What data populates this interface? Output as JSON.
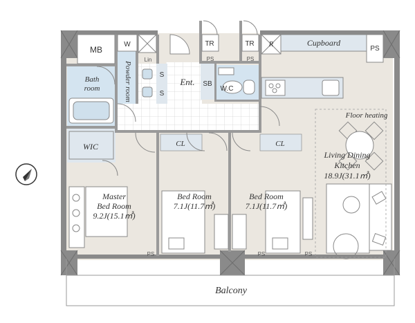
{
  "labels": {
    "mb": "MB",
    "w": "W",
    "powder_room": "Powder room",
    "lin": "Lin",
    "s1": "S",
    "s2": "S",
    "tr1": "TR",
    "tr2": "TR",
    "ps1": "PS",
    "ps2": "PS",
    "r": "R",
    "cupboard": "Cupboard",
    "ps_right": "PS",
    "bath_line1": "Bath",
    "bath_line2": "room",
    "ent": "Ent.",
    "sb": "SB",
    "wc": "W.C",
    "floor_heating": "Floor heating",
    "wic": "WIC",
    "cl1": "CL",
    "cl2": "CL",
    "living_line1": "Living Dining",
    "living_line2": "Kitchen",
    "living_size": "18.9J(31.1㎡)",
    "master_line1": "Master",
    "master_line2": "Bed Room",
    "master_size": "9.2J(15.1㎡)",
    "bed1_line1": "Bed Room",
    "bed1_size": "7.1J(11.7㎡)",
    "bed2_line1": "Bed Room",
    "bed2_size": "7.1J(11.7㎡)",
    "ps_b1": "PS",
    "ps_b2": "PS",
    "ps_b3": "PS",
    "balcony": "Balcony"
  },
  "colors": {
    "wall": "#8a8a8a",
    "floor": "#ebe7e0",
    "wet": "#d4e4f0",
    "closet": "#dfe7ee",
    "tile": "#ffffff",
    "grid": "#d9d9d9"
  },
  "icons": {
    "compass": "north-compass-icon"
  }
}
